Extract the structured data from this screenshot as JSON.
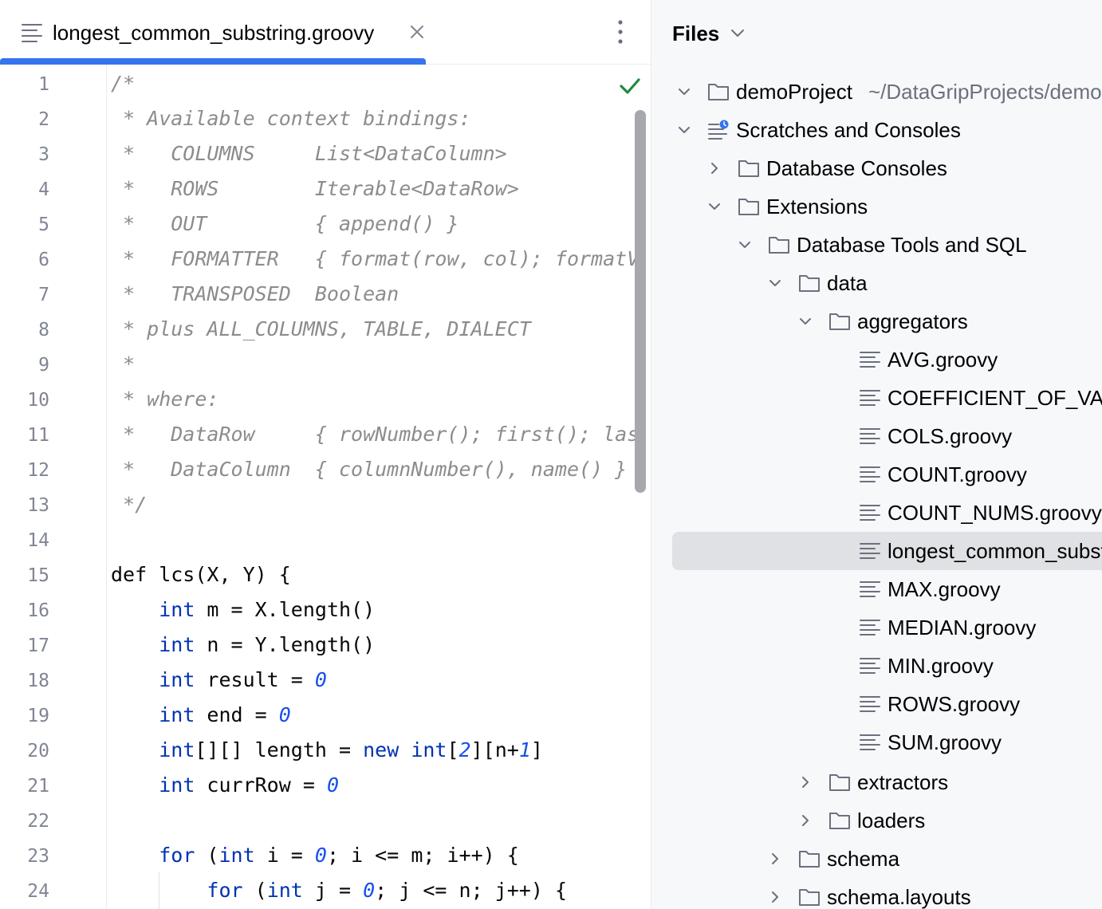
{
  "tab": {
    "title": "longest_common_substring.groovy"
  },
  "line_numbers": [
    "1",
    "2",
    "3",
    "4",
    "5",
    "6",
    "7",
    "8",
    "9",
    "10",
    "11",
    "12",
    "13",
    "14",
    "15",
    "16",
    "17",
    "18",
    "19",
    "20",
    "21",
    "22",
    "23",
    "24"
  ],
  "code": {
    "l1": "/*",
    "l2": " * Available context bindings:",
    "l3": " *   COLUMNS     List<DataColumn>",
    "l4": " *   ROWS        Iterable<DataRow>",
    "l5": " *   OUT         { append() }",
    "l6": " *   FORMATTER   { format(row, col); formatValue(Object, col) }",
    "l7": " *   TRANSPOSED  Boolean",
    "l8": " * plus ALL_COLUMNS, TABLE, DIALECT",
    "l9": " *",
    "l10": " * where:",
    "l11": " *   DataRow     { rowNumber(); first(); last(); data(): List<Object>; value(column): Object }",
    "l12": " *   DataColumn  { columnNumber(), name() }",
    "l13": " */",
    "l15_def": "def lcs(X, Y) {",
    "kw_int": "int",
    "kw_new": "new",
    "kw_for": "for",
    "l16_rest": " m = X.length()",
    "l17_rest": " n = Y.length()",
    "l18_rest": " result = ",
    "l19_rest": " end = ",
    "zero": "0",
    "l20_a": "[][] length = ",
    "l20_b": "[",
    "l20_two": "2",
    "l20_c": "][n+",
    "l20_one": "1",
    "l20_d": "]",
    "l21_rest": " currRow = ",
    "paren_open": " (",
    "l23_rest": " i = ",
    "l23_tail": "; i <= m; i++) {",
    "l24_rest": " j = ",
    "l24_tail": "; j <= n; j++) {"
  },
  "files_panel": {
    "title": "Files",
    "items": [
      {
        "label": "demoProject",
        "hint": "~/DataGripProjects/demoProject"
      },
      {
        "label": "Scratches and Consoles"
      },
      {
        "label": "Database Consoles"
      },
      {
        "label": "Extensions"
      },
      {
        "label": "Database Tools and SQL"
      },
      {
        "label": "data"
      },
      {
        "label": "aggregators"
      },
      {
        "label": "AVG.groovy"
      },
      {
        "label": "COEFFICIENT_OF_VARIATION.groovy"
      },
      {
        "label": "COLS.groovy"
      },
      {
        "label": "COUNT.groovy"
      },
      {
        "label": "COUNT_NUMS.groovy"
      },
      {
        "label": "longest_common_substring.groovy"
      },
      {
        "label": "MAX.groovy"
      },
      {
        "label": "MEDIAN.groovy"
      },
      {
        "label": "MIN.groovy"
      },
      {
        "label": "ROWS.groovy"
      },
      {
        "label": "SUM.groovy"
      },
      {
        "label": "extractors"
      },
      {
        "label": "loaders"
      },
      {
        "label": "schema"
      },
      {
        "label": "schema.layouts"
      }
    ]
  },
  "colors": {
    "accent": "#3574f0",
    "keyword": "#0033b3",
    "number": "#1750eb",
    "comment": "#8c8c8c",
    "ok_check": "#208a3c",
    "selection": "#dfe1e5"
  },
  "icons": {
    "tab": "text-file-icon",
    "tab_close": "close-icon",
    "tab_menu": "more-vertical-icon",
    "inspection": "check-icon",
    "folder": "folder-icon",
    "file": "text-file-icon",
    "scratches": "scratches-icon"
  }
}
